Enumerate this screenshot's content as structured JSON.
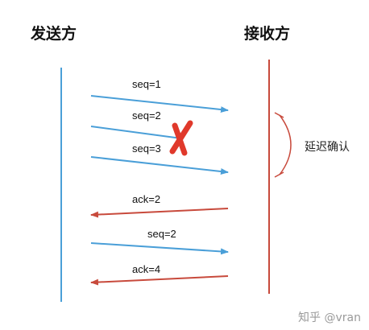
{
  "sender": {
    "title": "发送方"
  },
  "receiver": {
    "title": "接收方"
  },
  "messages": [
    {
      "label": "seq=1",
      "direction": "to-receiver",
      "status": "delivered"
    },
    {
      "label": "seq=2",
      "direction": "to-receiver",
      "status": "lost"
    },
    {
      "label": "seq=3",
      "direction": "to-receiver",
      "status": "delivered"
    },
    {
      "label": "ack=2",
      "direction": "to-sender",
      "status": "delivered"
    },
    {
      "label": "seq=2",
      "direction": "to-receiver",
      "status": "delivered"
    },
    {
      "label": "ack=4",
      "direction": "to-sender",
      "status": "delivered"
    }
  ],
  "delayed_ack": {
    "label": "延迟确认"
  },
  "watermark": {
    "text": "知乎 @vran"
  },
  "colors": {
    "data": "#4a9fd8",
    "ack": "#c84a3c",
    "lost_mark": "#e0392b",
    "sender_line": "#4a9fd8",
    "receiver_line": "#c84a3c"
  }
}
